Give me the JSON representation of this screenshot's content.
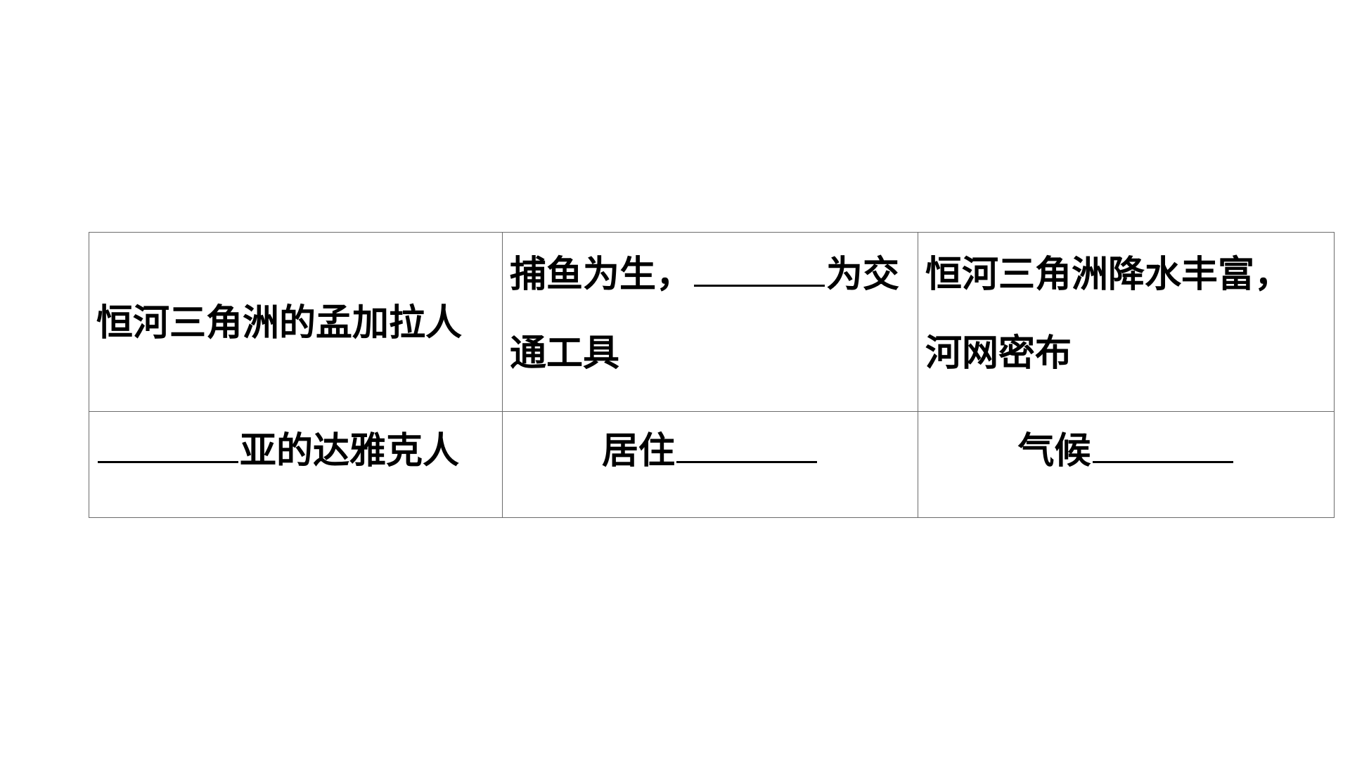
{
  "table": {
    "rows": [
      {
        "people": "恒河三角洲的孟加拉人",
        "lifestyle_before": "捕鱼为生，",
        "lifestyle_after": "为交通工具",
        "environment": "恒河三角洲降水丰富，河网密布"
      },
      {
        "people_after": "亚的达雅克人",
        "lifestyle": "居住",
        "environment": "气候"
      }
    ]
  }
}
